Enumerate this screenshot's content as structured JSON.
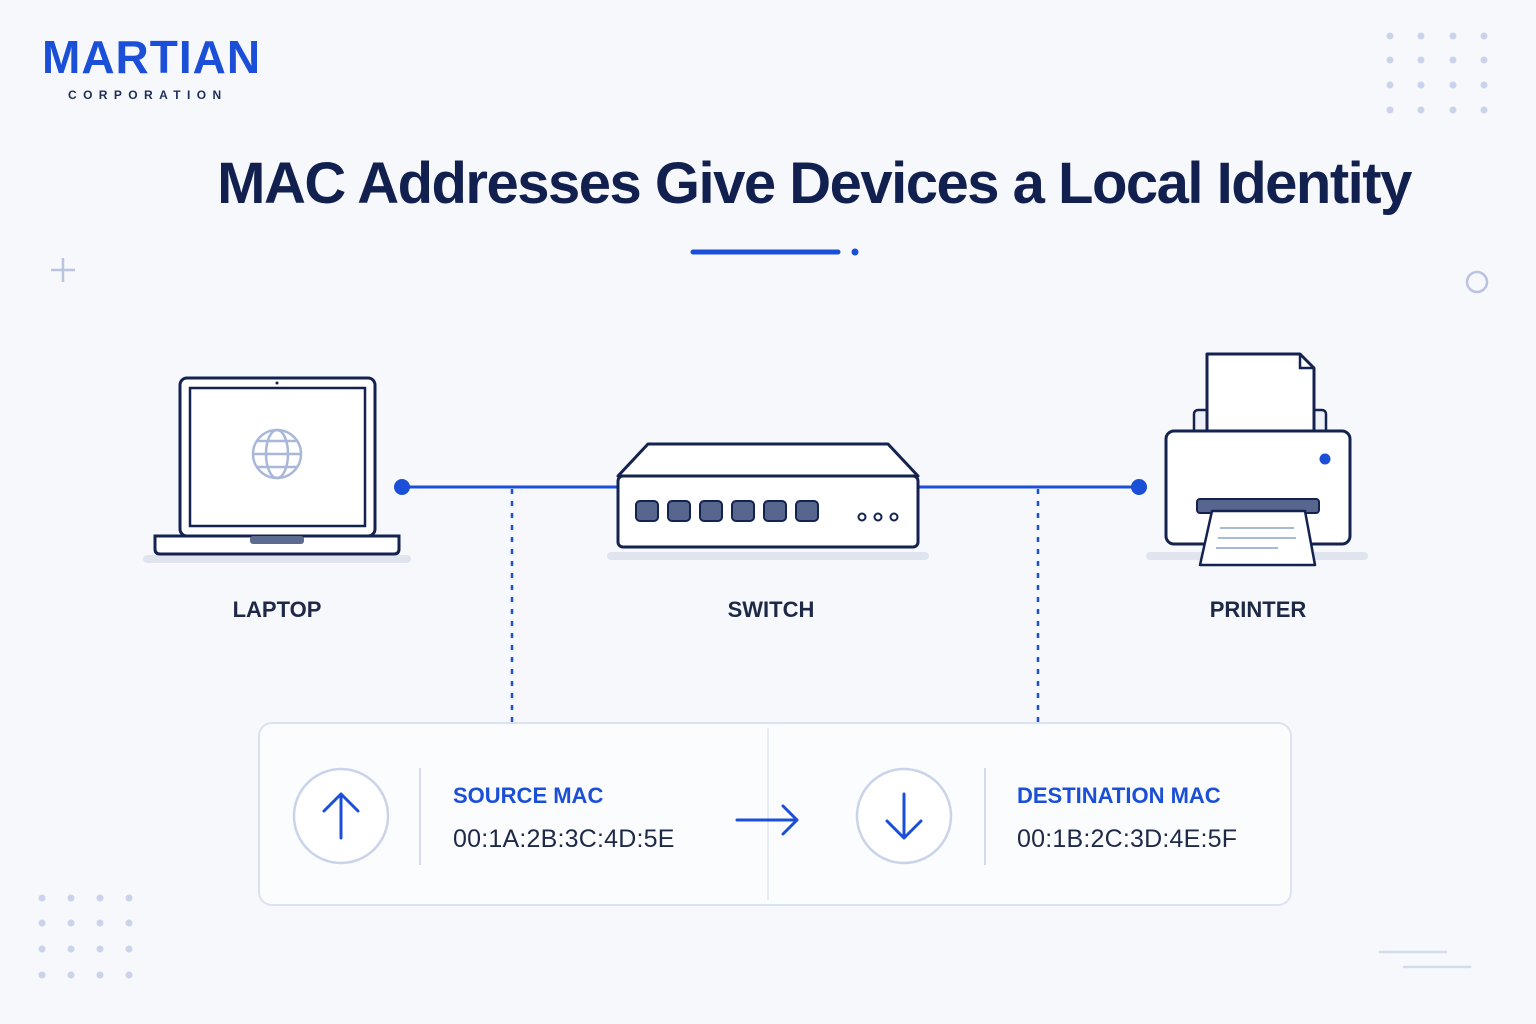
{
  "brand": {
    "name": "MARTIAN",
    "tagline": "CORPORATION"
  },
  "title": "MAC Addresses Give Devices a Local Identity",
  "devices": {
    "laptop": "LAPTOP",
    "switch": "SWITCH",
    "printer": "PRINTER"
  },
  "frame": {
    "source": {
      "label": "SOURCE MAC",
      "address": "00:1A:2B:3C:4D:5E",
      "icon": "arrow-up-icon"
    },
    "destination": {
      "label": "DESTINATION MAC",
      "address": "00:1B:2C:3D:4E:5F",
      "icon": "arrow-down-icon"
    },
    "direction_icon": "arrow-right-icon"
  },
  "colors": {
    "accent": "#1b4fd8",
    "ink": "#122050",
    "muted": "#c9d3ea"
  }
}
